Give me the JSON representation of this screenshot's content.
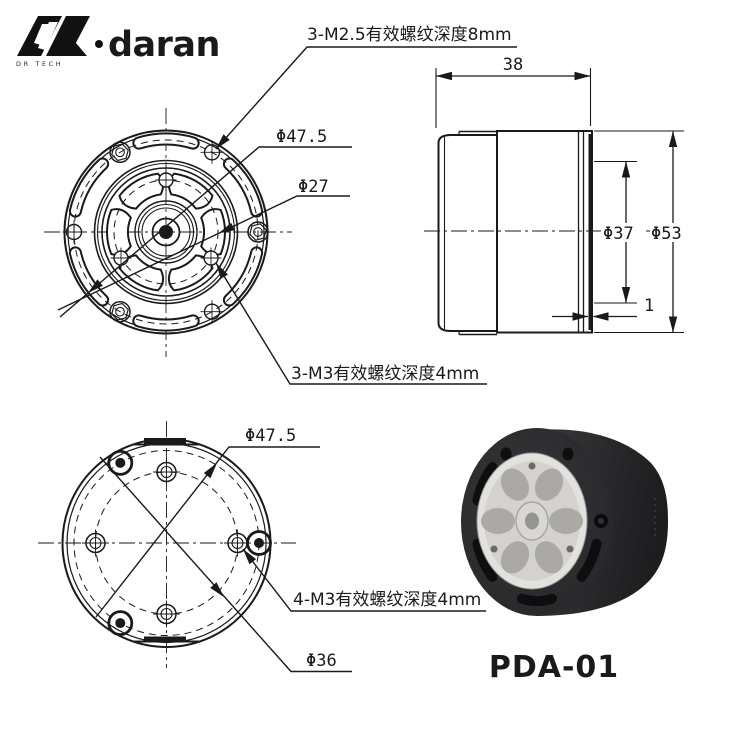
{
  "brand": {
    "name": "daran",
    "tagline": "DR TECH",
    "separator": "·"
  },
  "model_label": "PDA-01",
  "front_view": {
    "thread_note_top": "3-M2.5有效螺纹深度8mm",
    "bolt_circle_dia": "Φ47.5",
    "inner_bolt_circle_dia": "Φ27",
    "thread_note_bottom": "3-M3有效螺纹深度4mm"
  },
  "side_view": {
    "length": "38",
    "rear_boss_dia": "Φ37",
    "body_dia": "Φ53",
    "boss_height": "1"
  },
  "back_view": {
    "bolt_circle_dia": "Φ47.5",
    "thread_note": "4-M3有效螺纹深度4mm",
    "mount_circle_dia": "Φ36"
  },
  "colors": {
    "line": "#1a1a1a",
    "photo_body_dark": "#202022",
    "photo_body": "#2b2b2d",
    "photo_silver": "#dcdbd8",
    "photo_recess": "#aaa9a6"
  }
}
